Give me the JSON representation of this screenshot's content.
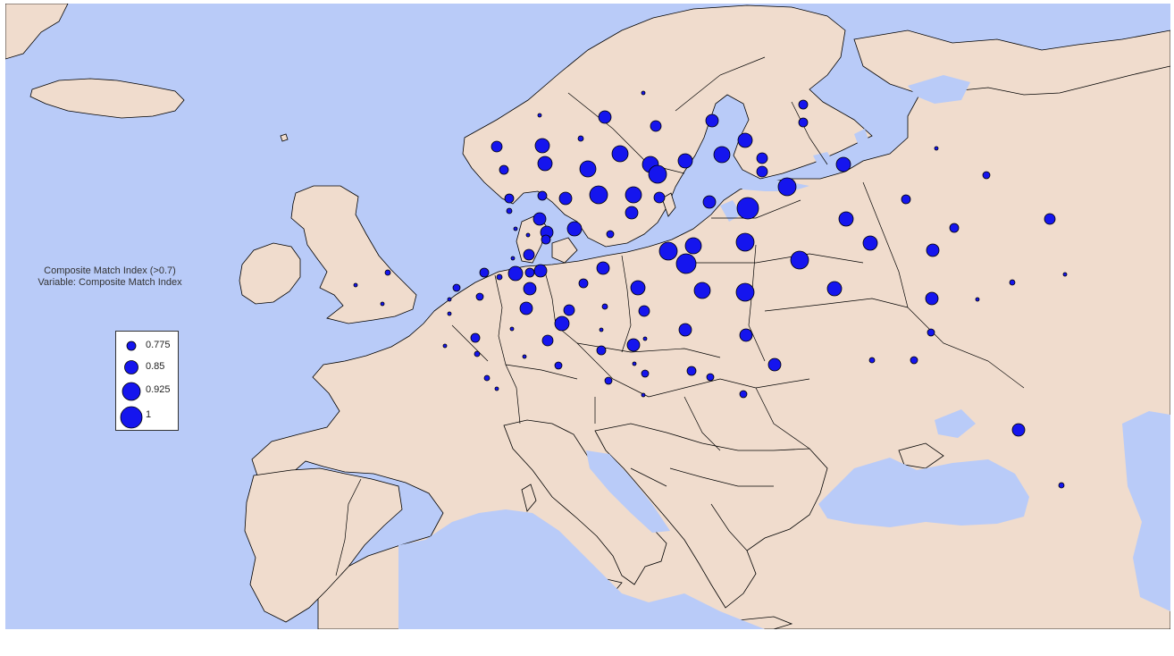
{
  "map": {
    "title_line1": "Composite Match Index (>0.7)",
    "title_line2": "Variable: Composite Match Index",
    "colors": {
      "sea": "#b9cbf8",
      "land": "#f0dccd",
      "border": "#000000",
      "symbol": "#1515ee"
    },
    "legend": [
      {
        "label": "0.775",
        "value": 0.775
      },
      {
        "label": "0.85",
        "value": 0.85
      },
      {
        "label": "0.925",
        "value": 0.925
      },
      {
        "label": "1",
        "value": 1
      }
    ]
  }
}
